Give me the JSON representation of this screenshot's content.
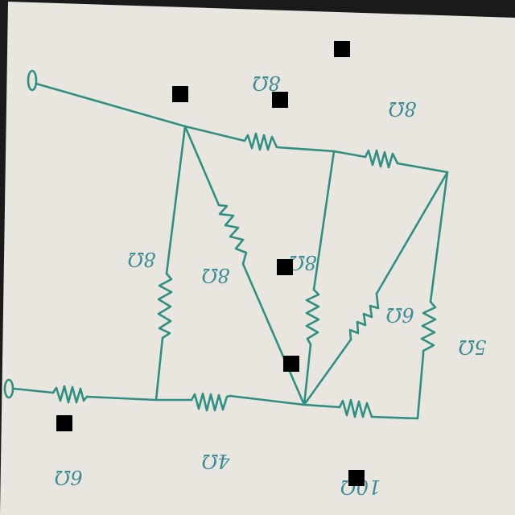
{
  "colors": {
    "paper": "#e8e6df",
    "ink": "#2f8f83",
    "label_ink": "#3b8c96",
    "background": "#1a1a1a",
    "redaction": "#000000"
  },
  "labels": {
    "top_left_resistor": "8Ω",
    "top_right_resistor": "8Ω",
    "left_vertical": "8Ω",
    "left_diagonal": "8Ω",
    "middle_vertical": "8Ω",
    "inner_diagonal": "6Ω",
    "right_vertical": "5Ω",
    "bottom_left": "6Ω",
    "bottom_middle": "4Ω",
    "bottom_right": "10Ω"
  }
}
